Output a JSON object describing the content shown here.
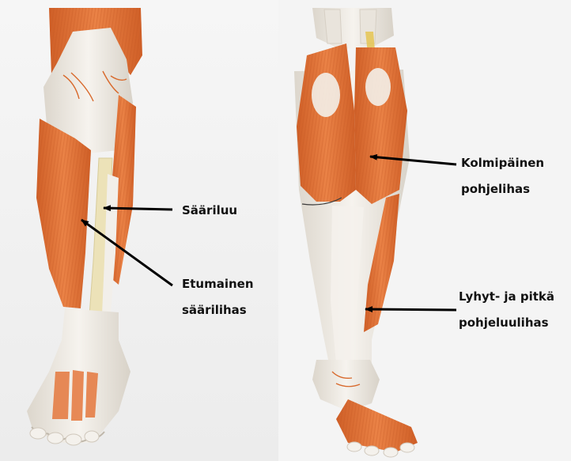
{
  "labels": {
    "sariluu": [
      "Sääriluu"
    ],
    "etumainen": [
      "Etumainen",
      "säärilihas"
    ],
    "kolmipainen": [
      "Kolmipäinen",
      "pohjelihas"
    ],
    "lyhyt": [
      "Lyhyt- ja pitkä",
      "pohjeluulihas"
    ]
  },
  "colors": {
    "muscle": "#e4773c",
    "muscle_dark": "#c85a22",
    "tendon": "#eeeae3",
    "bone": "#ece2b8",
    "backdrop": "#f2f2f2",
    "arrow": "#000000"
  }
}
